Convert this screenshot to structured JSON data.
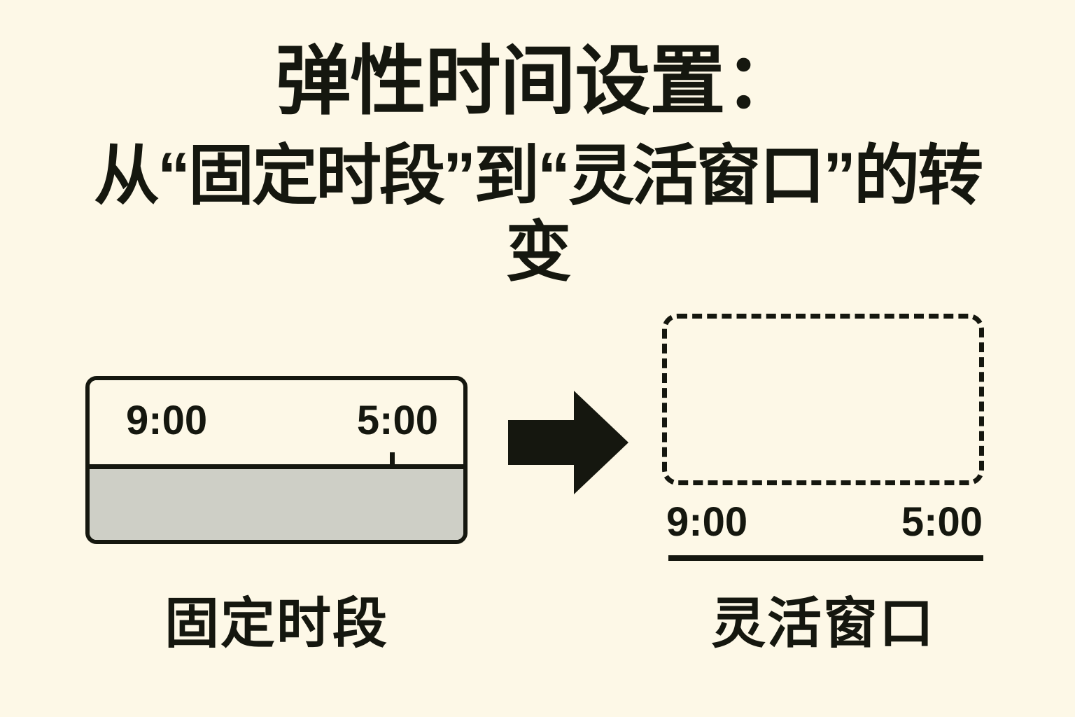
{
  "colors": {
    "background": "#FDF8E7",
    "ink": "#15170F",
    "fill_gray": "#CECFC6"
  },
  "heading": {
    "title": "弹性时间设置：",
    "subtitle": "从“固定时段”到“灵活窗口”的转变"
  },
  "fixed_block": {
    "caption": "固定时段",
    "start_time": "9:00",
    "end_time": "5:00"
  },
  "transition": {
    "arrow_icon": "arrow-right-icon"
  },
  "flexible_block": {
    "caption": "灵活窗口",
    "start_time": "9:00",
    "end_time": "5:00"
  }
}
